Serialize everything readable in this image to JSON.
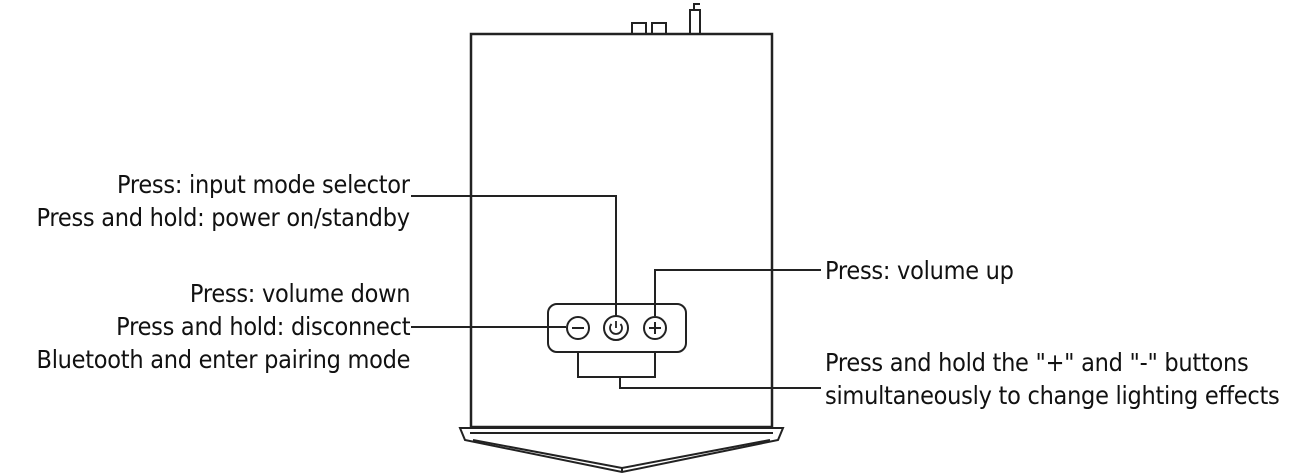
{
  "callouts": {
    "power": {
      "line1": "Press: input mode selector",
      "line2": "Press and hold: power on/standby"
    },
    "volume_down": {
      "line1": "Press: volume down",
      "line2": "Press and hold: disconnect",
      "line3": "Bluetooth and enter pairing mode"
    },
    "volume_up": {
      "line1": "Press: volume up"
    },
    "lighting": {
      "line1": "Press and hold the \"+\" and \"-\" buttons",
      "line2": "simultaneously to change lighting effects"
    }
  },
  "buttons": {
    "minus": "minus-icon",
    "power": "power-icon",
    "plus": "plus-icon"
  },
  "colors": {
    "line": "#222222",
    "background": "#ffffff"
  }
}
